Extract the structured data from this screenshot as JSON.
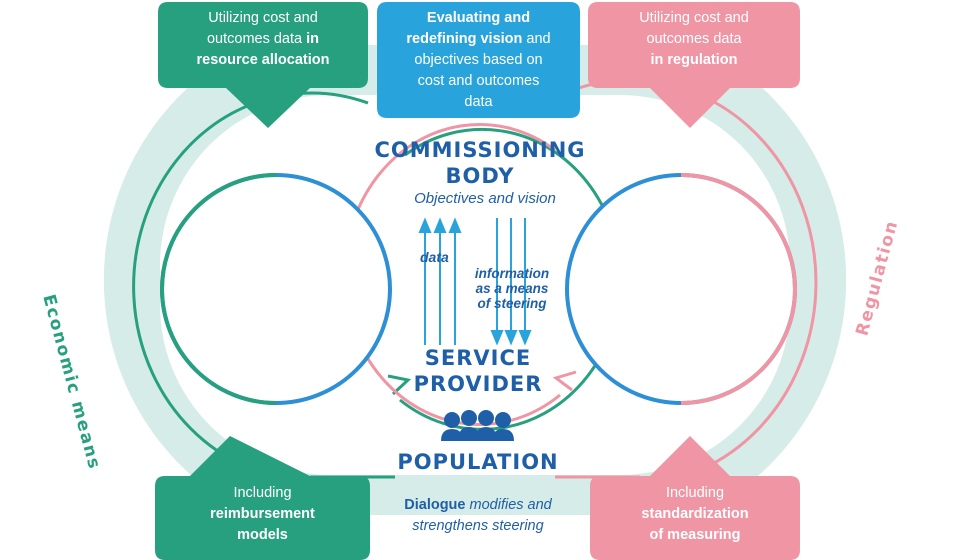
{
  "top_left_box": {
    "line1": "Utilizing cost and",
    "line2_pre": "outcomes data ",
    "line2_bold": "in",
    "line3_bold": "resource allocation"
  },
  "top_center_box": {
    "line1_bold": "Evaluating and",
    "line2_bold": "redefining vision",
    "line2_post": " and",
    "line3": "objectives based on",
    "line4": "cost and outcomes",
    "line5": "data"
  },
  "top_right_box": {
    "line1": "Utilizing cost and",
    "line2": "outcomes data",
    "line3_bold": "in regulation"
  },
  "bottom_left_box": {
    "line1": "Including",
    "line2_bold": "reimbursement",
    "line3_bold": "models"
  },
  "bottom_right_box": {
    "line1": "Including",
    "line2_bold": "standardization",
    "line3_bold": "of measuring"
  },
  "center": {
    "commissioning_line1": "COMMISSIONING",
    "commissioning_line2": "BODY",
    "objectives": "Objectives and vision",
    "data_label": "data",
    "info_line1": "information",
    "info_line2": "as a means",
    "info_line3": "of steering",
    "provider_line1": "SERVICE",
    "provider_line2": "PROVIDER",
    "population": "POPULATION",
    "dialogue_bold": "Dialogue",
    "dialogue_rest": " modifies and",
    "dialogue_line2": "strengthens steering"
  },
  "side_labels": {
    "left": "Economic means",
    "right": "Regulation"
  },
  "colors": {
    "teal": "#27a080",
    "blue": "#29a3dc",
    "pink": "#ef95a4",
    "background": "#d6ece8",
    "navy": "#1f5fa8",
    "circle_blue": "#2d8fd5"
  }
}
